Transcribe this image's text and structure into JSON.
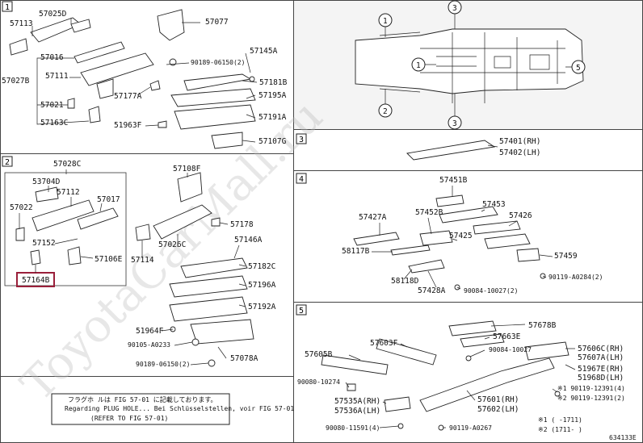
{
  "sections": [
    {
      "id": "1",
      "labels": [
        "57113",
        "57025D",
        "57077",
        "57016",
        "57145A",
        "90189-06150(2)",
        "57027B",
        "57111",
        "57181B",
        "57177A",
        "57195A",
        "57021",
        "57191A",
        "57163C",
        "51963F",
        "57107G"
      ]
    },
    {
      "id": "2",
      "labels": [
        "57028C",
        "57108F",
        "53704D",
        "57112",
        "57017",
        "57022",
        "57178",
        "57026C",
        "57146A",
        "57152",
        "57114",
        "57106E",
        "57182C",
        "57164B",
        "57196A",
        "57192A",
        "51964F",
        "90105-A0233",
        "57078A",
        "90189-06150(2)"
      ]
    },
    {
      "id": "3",
      "labels": [
        "57401(RH)",
        "57402(LH)"
      ]
    },
    {
      "id": "4",
      "labels": [
        "57451B",
        "57453",
        "57427A",
        "57452B",
        "57426",
        "57425",
        "58117B",
        "57459",
        "90119-A0284(2)",
        "58118D",
        "57428A",
        "90084-10027(2)"
      ]
    },
    {
      "id": "5",
      "labels": [
        "57678B",
        "57663E",
        "57603F",
        "90084-10027",
        "57606C(RH)",
        "57605B",
        "57607A(LH)",
        "51967E(RH)",
        "51968D(LH)",
        "90080-10274",
        "※1 90119-12391(4)",
        "57535A(RH)",
        "57601(RH)",
        "※2 90119-12391(2)",
        "57536A(LH)",
        "57602(LH)",
        "90080-11591(4)",
        "90119-A0267",
        "※1 (     -1711)",
        "※2 (1711-     )"
      ]
    }
  ],
  "overview_callouts": [
    "1",
    "3",
    "1",
    "5",
    "2",
    "3"
  ],
  "highlighted_part": "57164B",
  "note": {
    "line1": "フラグホ ルは FIG 57-01 に記載しております。",
    "line2": "Regarding PLUG HOLE... Bei Schlüsselstellen, voir FIG 57-01",
    "line3": "(REFER TO FIG 57-01)"
  },
  "watermark": "ToyotaCarMall.ru",
  "drawing_id": "634133E",
  "colors": {
    "highlight": "#9a1f3a",
    "ink": "#111111",
    "grid": "#444444",
    "panel": "#f4f4f4"
  }
}
